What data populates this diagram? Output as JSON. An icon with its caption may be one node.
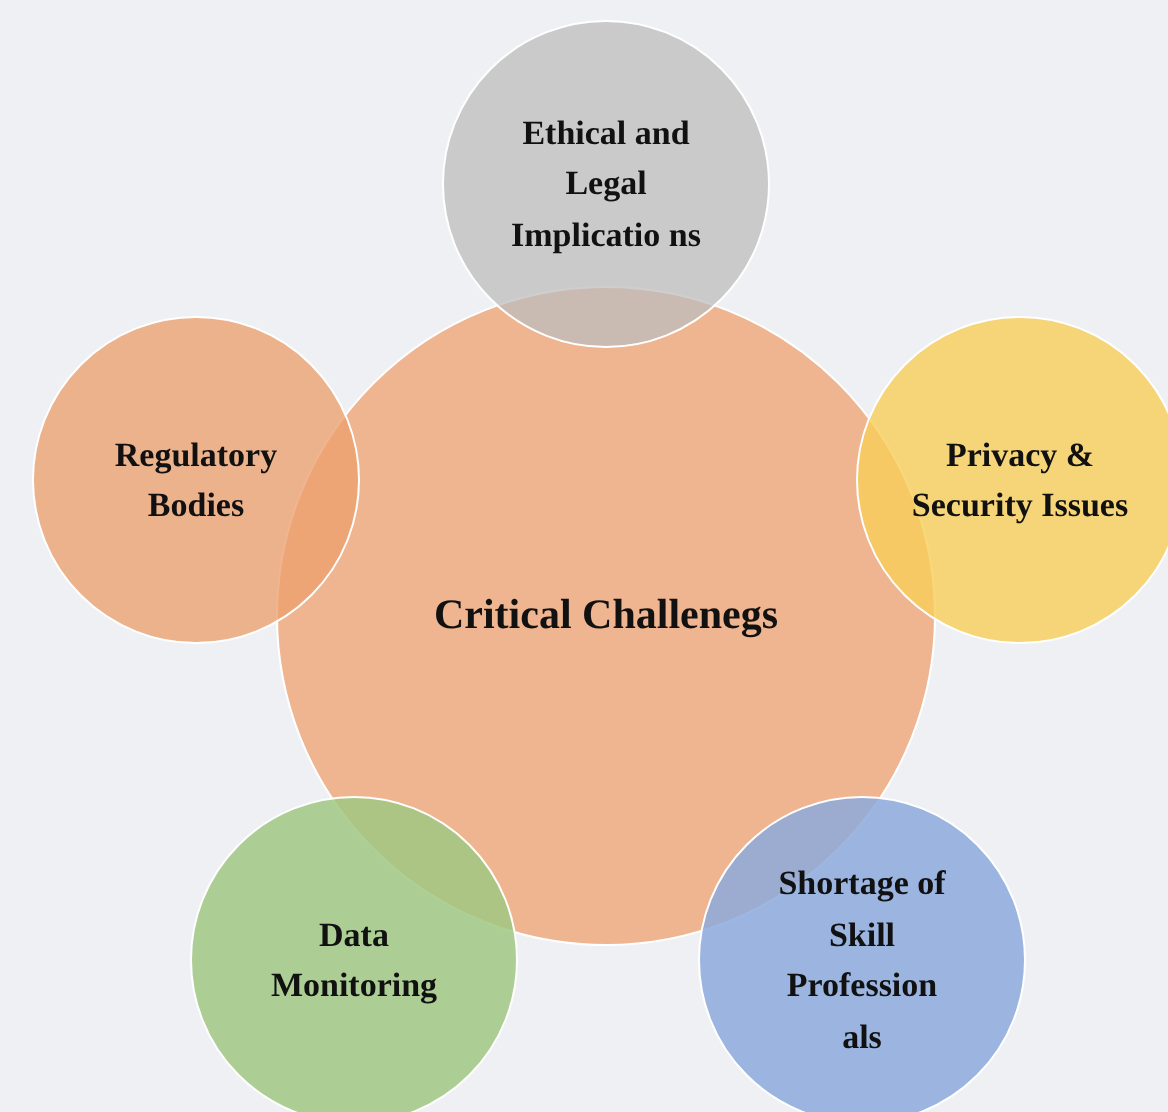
{
  "diagram": {
    "nodes": [
      {
        "text": [
          "Ethical and Legal Implicatio ns"
        ]
      },
      {
        "text": [
          "Regulatory Bodies"
        ]
      },
      {
        "text": [
          "Critical Challenegs"
        ]
      },
      {
        "text": [
          "Privacy & Security Issues"
        ]
      },
      {
        "text": [
          "Data Monitoring"
        ]
      },
      {
        "text": [
          "Shortage of Skill Profession als"
        ]
      }
    ]
  }
}
